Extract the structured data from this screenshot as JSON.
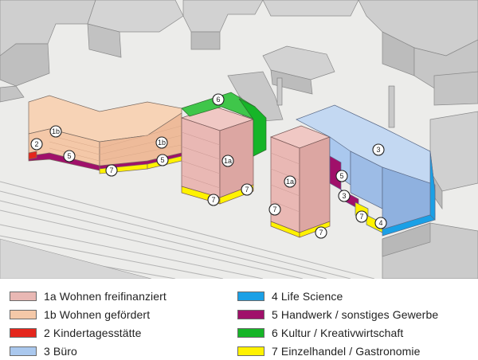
{
  "colors": {
    "wohnen_frei": "#e9b8b4",
    "wohnen_gefoerdert": "#f4c8a8",
    "kita": "#e4261c",
    "buero": "#aac8ee",
    "life_science": "#1aa0e6",
    "handwerk": "#a0106a",
    "kultur": "#16b528",
    "einzelhandel": "#fff200",
    "context": "#cdcdcd",
    "ground": "#ececea"
  },
  "legend": {
    "left": [
      {
        "label": "1a Wohnen freifinanziert",
        "color": "#e9b8b4"
      },
      {
        "label": "1b Wohnen gefördert",
        "color": "#f4c8a8"
      },
      {
        "label": "2 Kindertagesstätte",
        "color": "#e4261c"
      },
      {
        "label": "3 Büro",
        "color": "#aac8ee"
      }
    ],
    "right": [
      {
        "label": "4 Life Science",
        "color": "#1aa0e6"
      },
      {
        "label": "5 Handwerk / sonstiges Gewerbe",
        "color": "#a0106a"
      },
      {
        "label": "6 Kultur / Kreativwirtschaft",
        "color": "#16b528"
      },
      {
        "label": "7 Einzelhandel / Gastronomie",
        "color": "#fff200"
      }
    ]
  },
  "markers": [
    "1b",
    "1b",
    "2",
    "5",
    "5",
    "7",
    "6",
    "1a",
    "7",
    "7",
    "1a",
    "7",
    "7",
    "3",
    "5",
    "3",
    "7",
    "4"
  ]
}
